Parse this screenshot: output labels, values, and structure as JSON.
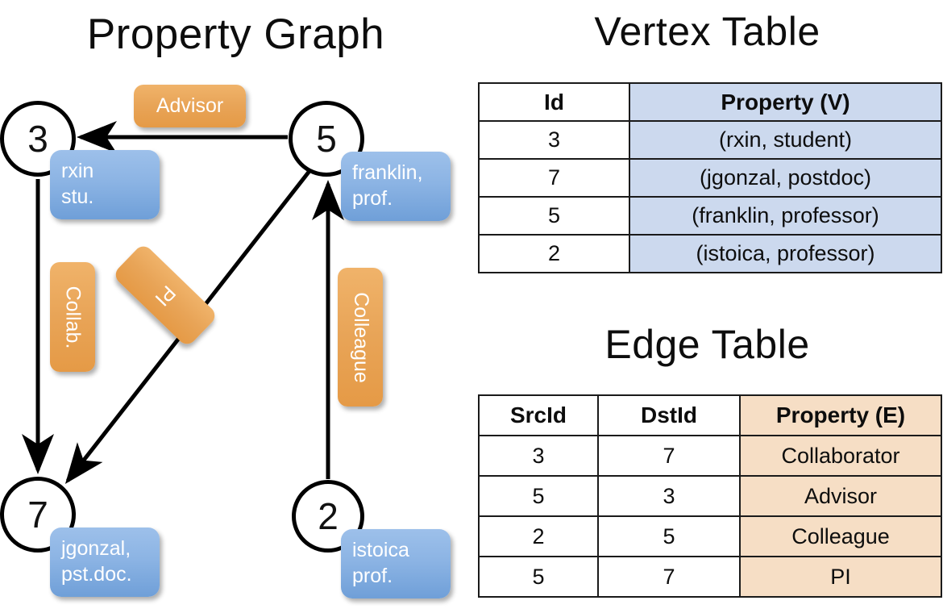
{
  "titles": {
    "property_graph": "Property Graph",
    "vertex_table": "Vertex Table",
    "edge_table": "Edge Table"
  },
  "graph": {
    "nodes": [
      {
        "id": "3",
        "label": "3",
        "property": "rxin\nstu."
      },
      {
        "id": "5",
        "label": "5",
        "property": "franklin,\nprof."
      },
      {
        "id": "7",
        "label": "7",
        "property": "jgonzal,\npst.doc."
      },
      {
        "id": "2",
        "label": "2",
        "property": "istoica\nprof."
      }
    ],
    "node_properties": {
      "rxin_line1": "rxin",
      "rxin_line2": "stu.",
      "franklin_line1": "franklin,",
      "franklin_line2": "prof.",
      "jgonzal_line1": "jgonzal,",
      "jgonzal_line2": "pst.doc.",
      "istoica_line1": "istoica",
      "istoica_line2": "prof."
    },
    "edge_labels": {
      "advisor": "Advisor",
      "collab": "Collab.",
      "pi": "PI",
      "colleague": "Colleague"
    },
    "colors": {
      "node_fill": "#ffffff",
      "node_stroke": "#000000",
      "edge_stroke": "#000000",
      "property_box": "#8cb4e4",
      "edge_label_box": "#e8a457"
    }
  },
  "vertex_table": {
    "headers": [
      "Id",
      "Property (V)"
    ],
    "rows": [
      {
        "id": "3",
        "property": "(rxin, student)"
      },
      {
        "id": "7",
        "property": "(jgonzal, postdoc)"
      },
      {
        "id": "5",
        "property": "(franklin, professor)"
      },
      {
        "id": "2",
        "property": "(istoica, professor)"
      }
    ],
    "accent": "#ccd9ee"
  },
  "edge_table": {
    "headers": [
      "SrcId",
      "DstId",
      "Property (E)"
    ],
    "rows": [
      {
        "src": "3",
        "dst": "7",
        "property": "Collaborator"
      },
      {
        "src": "5",
        "dst": "3",
        "property": "Advisor"
      },
      {
        "src": "2",
        "dst": "5",
        "property": "Colleague"
      },
      {
        "src": "5",
        "dst": "7",
        "property": "PI"
      }
    ],
    "accent": "#f6dec5"
  }
}
